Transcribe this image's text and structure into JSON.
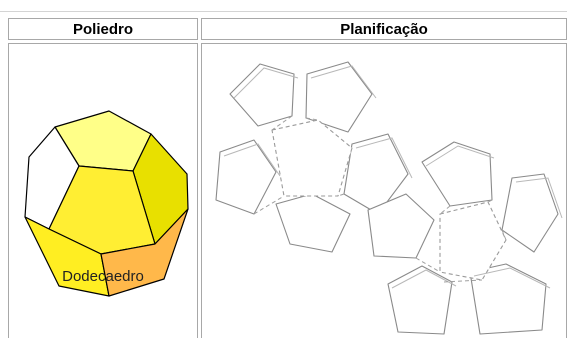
{
  "table": {
    "headers": [
      "Poliedro",
      "Planificação"
    ],
    "polyhedron_name": "Dodecaedro"
  },
  "colors": {
    "face_light": "#ffff88",
    "face_yellow": "#ffee22",
    "face_gold": "#e8d800",
    "face_orange": "#ffb84a",
    "face_white": "#ffffff",
    "net_line": "#999999",
    "net_fold": "#b0b0b0"
  }
}
